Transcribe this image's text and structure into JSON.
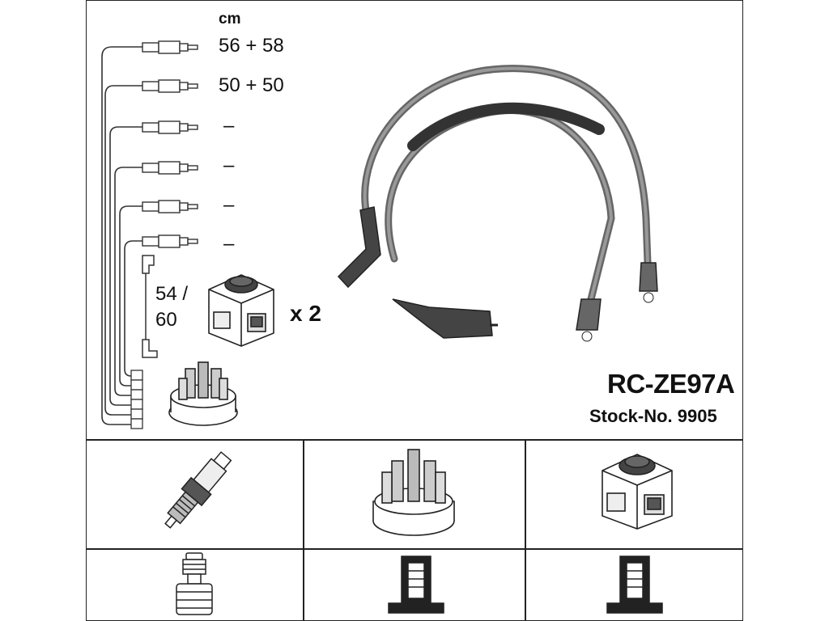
{
  "diagram": {
    "unit_label": "cm",
    "lengths": [
      "56 + 58",
      "50 + 50",
      "–",
      "–",
      "–",
      "–"
    ],
    "coil_lead_length_line1": "54 /",
    "coil_lead_length_line2": "60",
    "coil_quantity": "x 2",
    "part_code": "RC-ZE97A",
    "stock_number": "Stock-No. 9905"
  },
  "compatibility_row_icons": [
    "spark-plug-icon",
    "distributor-cap-icon",
    "ignition-coil-icon"
  ],
  "connector_row_icons": [
    "plug-boot-connector-icon",
    "cap-terminal-connector-icon",
    "coil-terminal-connector-icon"
  ],
  "colors": {
    "line": "#222222",
    "cable": "#777777",
    "boot": "#333333",
    "background": "#ffffff"
  }
}
